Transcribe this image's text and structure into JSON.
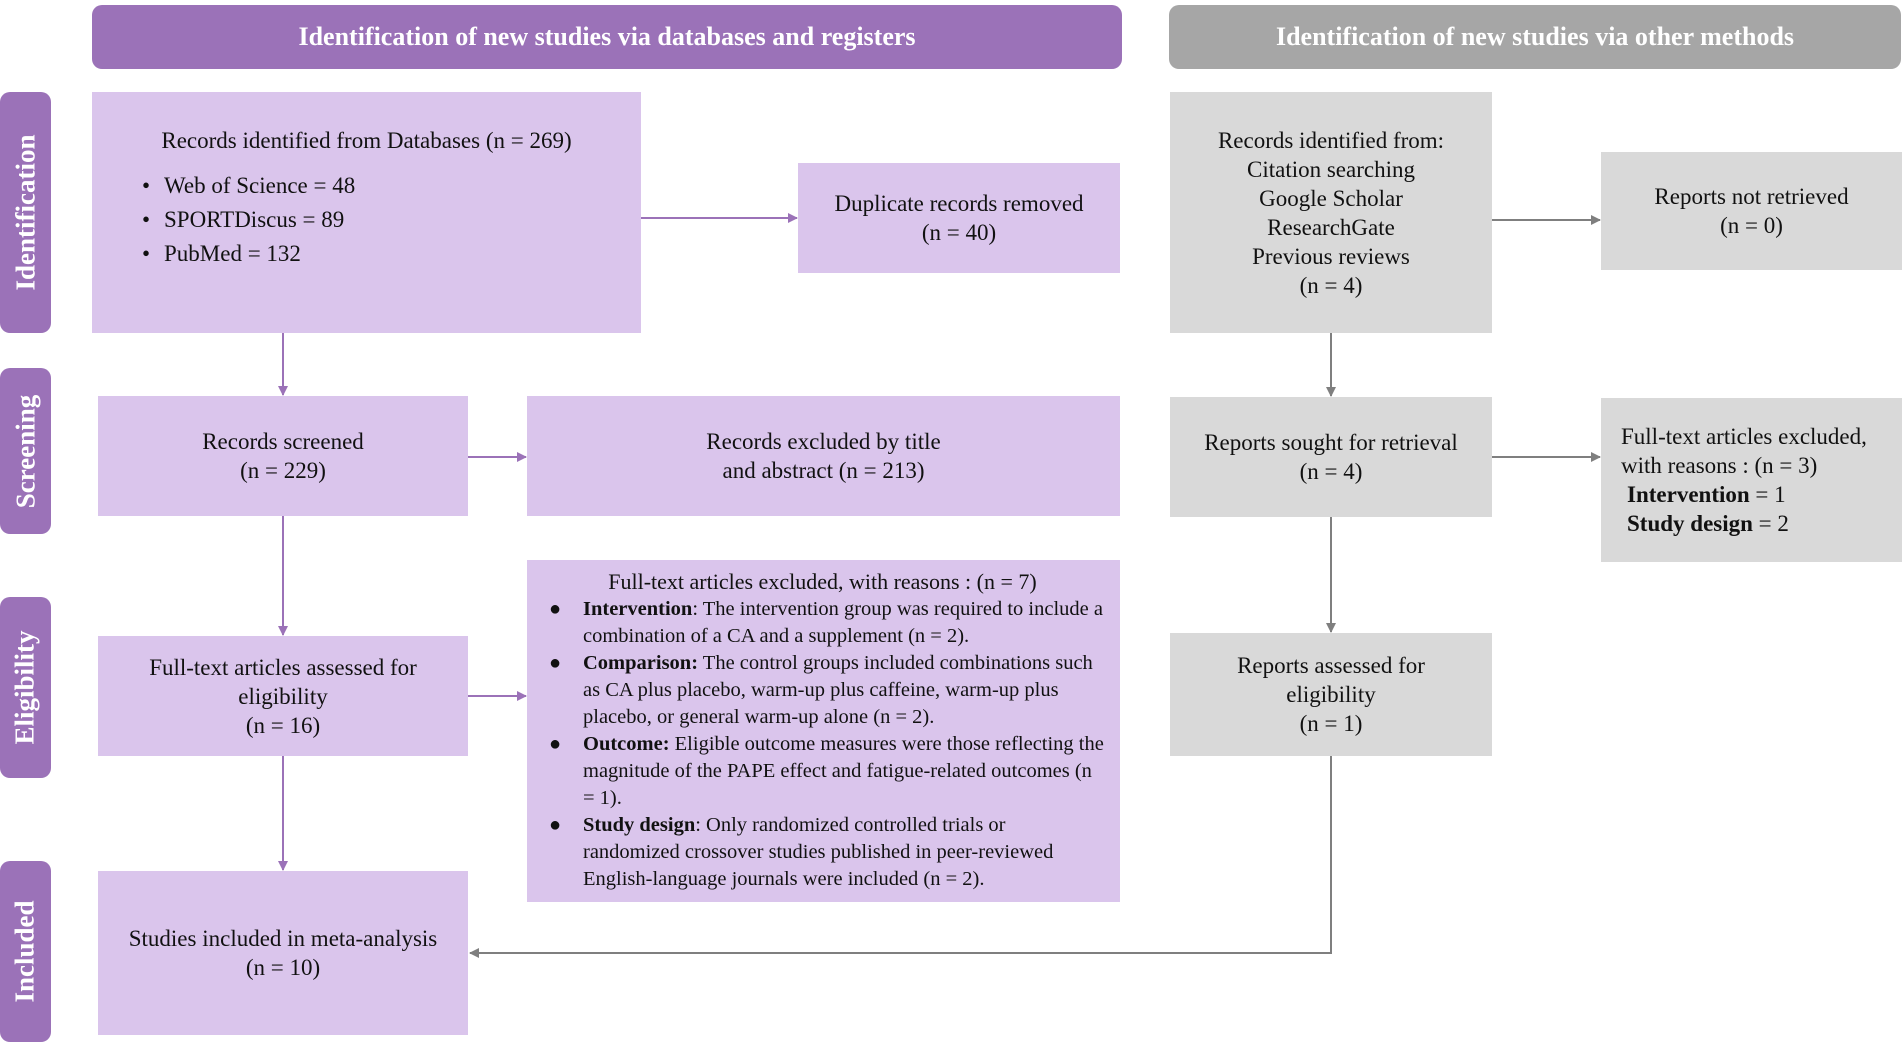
{
  "headers": {
    "left": "Identification of new studies via databases and registers",
    "right": "Identification of new studies via other methods"
  },
  "stages": [
    "Identification",
    "Screening",
    "Eligibility",
    "Included"
  ],
  "databases": {
    "title": "Records identified from Databases (n = 269)",
    "items": [
      "Web of Science = 48",
      "SPORTDiscus = 89",
      "PubMed = 132"
    ]
  },
  "duplicates": {
    "line1": "Duplicate records removed",
    "line2": "(n = 40)"
  },
  "screened": {
    "line1": "Records screened",
    "line2": "(n = 229)"
  },
  "excluded_title": {
    "line1": "Records excluded by title",
    "line2": "and abstract (n = 213)"
  },
  "fulltext": {
    "line1": "Full-text articles assessed for",
    "line2": "eligibility",
    "line3": "(n = 16)"
  },
  "fulltext_excluded": {
    "title": "Full-text articles excluded, with reasons : (n = 7)",
    "reasons": [
      {
        "label": "Intervention",
        "text": ": The intervention group was required to include a combination of a CA and a supplement (n = 2)."
      },
      {
        "label": "Comparison:",
        "text": " The control groups included combinations such as CA plus placebo, warm-up plus caffeine, warm-up plus placebo, or general warm-up alone (n = 2)."
      },
      {
        "label": "Outcome:",
        "text": " Eligible outcome measures were those reflecting the magnitude of the PAPE effect and fatigue-related outcomes (n = 1)."
      },
      {
        "label": "Study design",
        "text": ": Only randomized controlled trials or randomized crossover studies published in peer-reviewed English-language journals were included (n = 2)."
      }
    ]
  },
  "included": {
    "line1": "Studies included in meta-analysis",
    "line2": "(n = 10)"
  },
  "other_records": {
    "lines": [
      "Records identified from:",
      "Citation searching",
      "Google Scholar",
      "ResearchGate",
      "Previous reviews",
      "(n =  4)"
    ]
  },
  "not_retrieved": {
    "line1": "Reports not retrieved",
    "line2": "(n = 0)"
  },
  "sought": {
    "line1": "Reports sought for retrieval",
    "line2": "(n = 4)"
  },
  "other_excluded": {
    "line1": "Full-text articles excluded,",
    "line2": "with reasons : (n = 3)",
    "reasons": [
      {
        "label": "Intervention",
        "text": "  = 1"
      },
      {
        "label": "Study design",
        "text": " = 2"
      }
    ]
  },
  "assessed": {
    "line1": "Reports assessed for",
    "line2": "eligibility",
    "line3": "(n = 1)"
  },
  "colors": {
    "purple_header": "#9b72b8",
    "purple_box": "#dac5ec",
    "gray_header": "#a6a6a6",
    "gray_box": "#d9d9d9",
    "purple_arrow": "#9b72b8",
    "gray_arrow": "#7f7f7f"
  }
}
